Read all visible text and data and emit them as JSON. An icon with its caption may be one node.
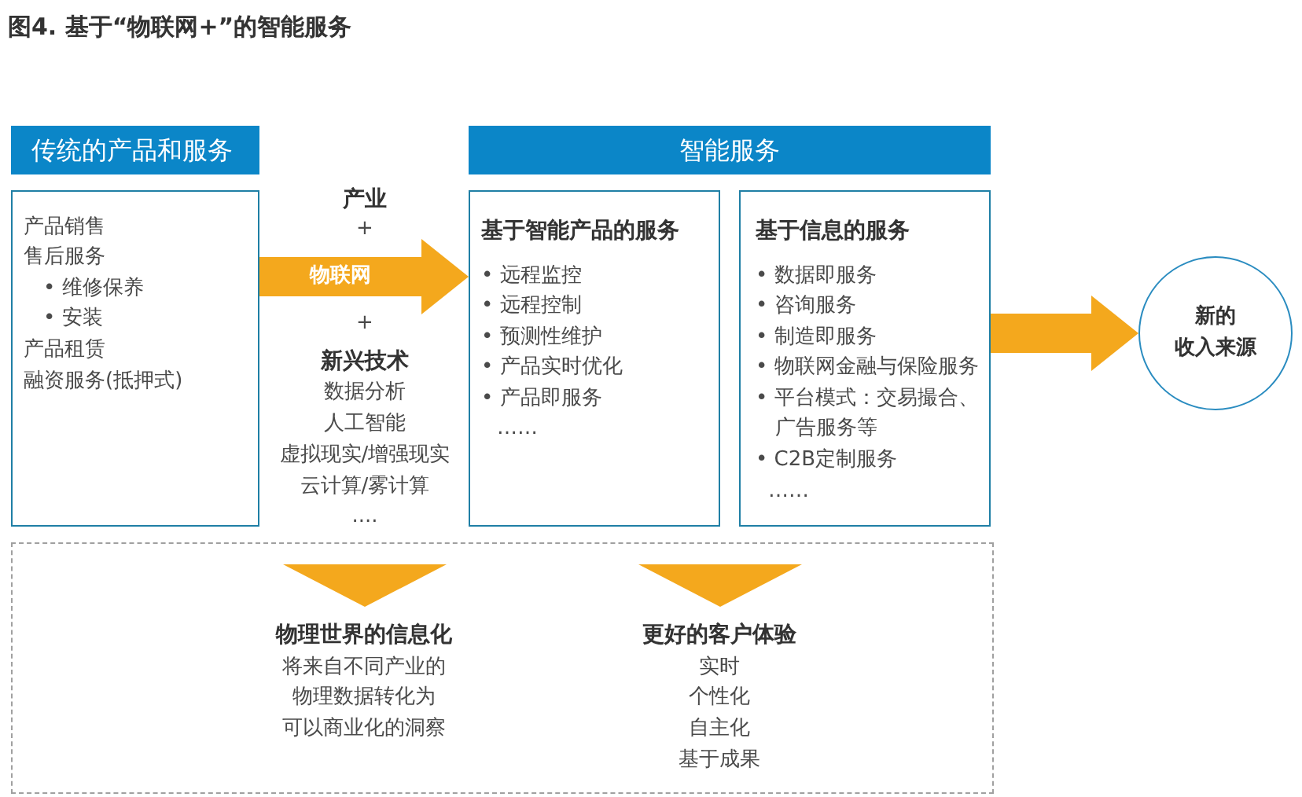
{
  "diagram": {
    "title": "图4. 基于“物联网+”的智能服务",
    "nodes": [
      {
        "text": [
          "传统的产品和服务"
        ]
      },
      {
        "text": [
          "产品销售",
          "售后服务",
          "• 维修保养",
          "• 安装",
          "产品租赁",
          "融资服务(抵押式)"
        ]
      },
      {
        "text": [
          "智能服务"
        ]
      },
      {
        "text": [
          "基于智能产品的服务",
          "• 远程监控",
          "• 远程控制",
          "• 预测性维护",
          "• 产品实时优化",
          "• 产品即服务",
          "……"
        ]
      },
      {
        "text": [
          "基于信息的服务",
          "• 数据即服务",
          "• 咨询服务",
          "• 制造即服务",
          "• 物联网金融与保险服务",
          "• 平台模式：交易撮合、广告服务等",
          "• C2B定制服务",
          "……"
        ]
      },
      {
        "text": [
          "新的收入来源"
        ]
      },
      {
        "text": [],
        "shape": "box"
      },
      {
        "text": [
          "物理世界的信息化",
          "将来自不同产业的物理数据转化为可以商业化的洞察"
        ],
        "in": 6
      },
      {
        "text": [
          "更好的客户体验",
          "实时",
          "个性化",
          "自主化",
          "基于成果"
        ],
        "in": 6
      }
    ],
    "edges": [
      {
        "from": 1,
        "to": 3,
        "arrow": "to",
        "label": "物联网"
      },
      {
        "from": 4,
        "to": 5,
        "arrow": "to"
      },
      {
        "from": null,
        "to": 7,
        "arrow": "to"
      },
      {
        "from": null,
        "to": 8,
        "arrow": "to"
      }
    ],
    "labels": [
      "产业",
      "+",
      "+",
      "新兴技术",
      "数据分析",
      "人工智能",
      "虚拟现实/增强现实",
      "云计算/雾计算",
      "...."
    ]
  }
}
